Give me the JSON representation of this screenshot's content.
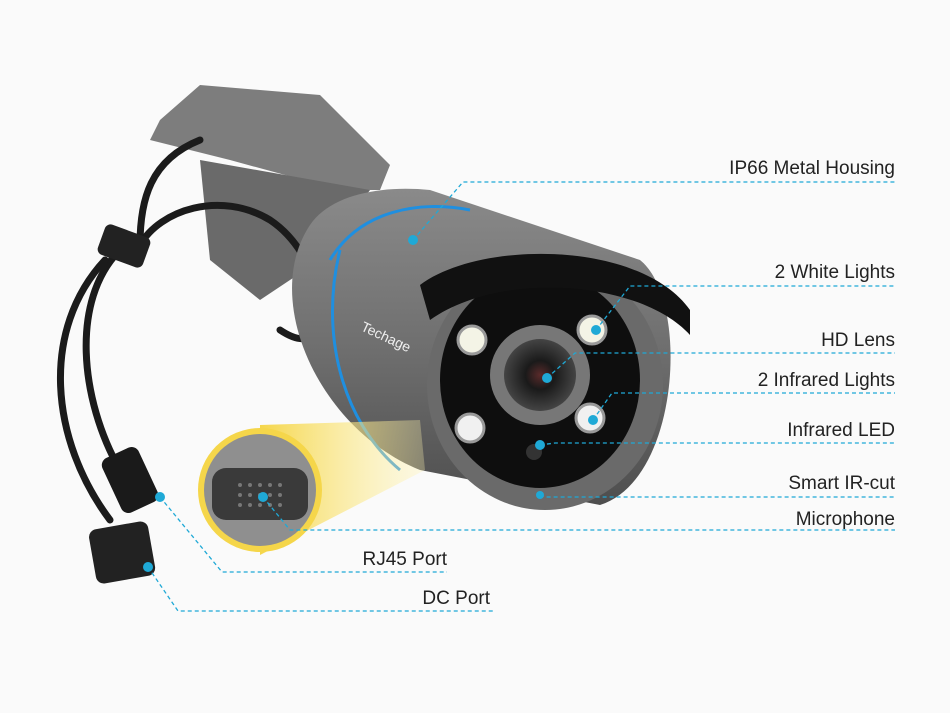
{
  "brand": "Techage",
  "accent_color": "#1fa9d6",
  "callouts": {
    "housing": "IP66 Metal Housing",
    "white_lights": "2 White Lights",
    "lens": "HD Lens",
    "infrared_lights": "2 Infrared Lights",
    "infrared_led": "Infrared LED",
    "ir_cut": "Smart IR-cut",
    "microphone": "Microphone",
    "rj45": "RJ45 Port",
    "dc": "DC Port"
  }
}
